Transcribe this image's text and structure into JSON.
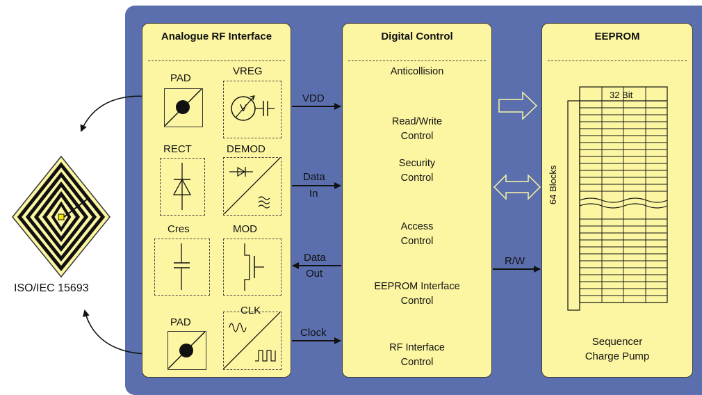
{
  "tag": {
    "label": "ISO/IEC 15693"
  },
  "rf": {
    "title": "Analogue RF Interface",
    "pad_top": "PAD",
    "vreg": "VREG",
    "vreg_symbol": "V",
    "rect": "RECT",
    "demod": "DEMOD",
    "cres": "Cres",
    "mod": "MOD",
    "clk": "CLK",
    "pad_bottom": "PAD"
  },
  "digital": {
    "title": "Digital Control",
    "items": [
      {
        "line1": "Anticollision",
        "line2": ""
      },
      {
        "line1": "Read/Write",
        "line2": "Control"
      },
      {
        "line1": "Security",
        "line2": "Control"
      },
      {
        "line1": "Access",
        "line2": "Control"
      },
      {
        "line1": "EEPROM Interface",
        "line2": "Control"
      },
      {
        "line1": "RF Interface",
        "line2": "Control"
      }
    ]
  },
  "eeprom": {
    "title": "EEPROM",
    "width_label": "32 Bit",
    "blocks_label": "64 Blocks",
    "footer_line1": "Sequencer",
    "footer_line2": "Charge Pump"
  },
  "signals": {
    "vdd": "VDD",
    "data_in_1": "Data",
    "data_in_2": "In",
    "data_out_1": "Data",
    "data_out_2": "Out",
    "clock": "Clock",
    "rw": "R/W"
  },
  "colors": {
    "background_panel": "#5b6fae",
    "block_fill": "#fcf6a2",
    "line": "#111111"
  }
}
